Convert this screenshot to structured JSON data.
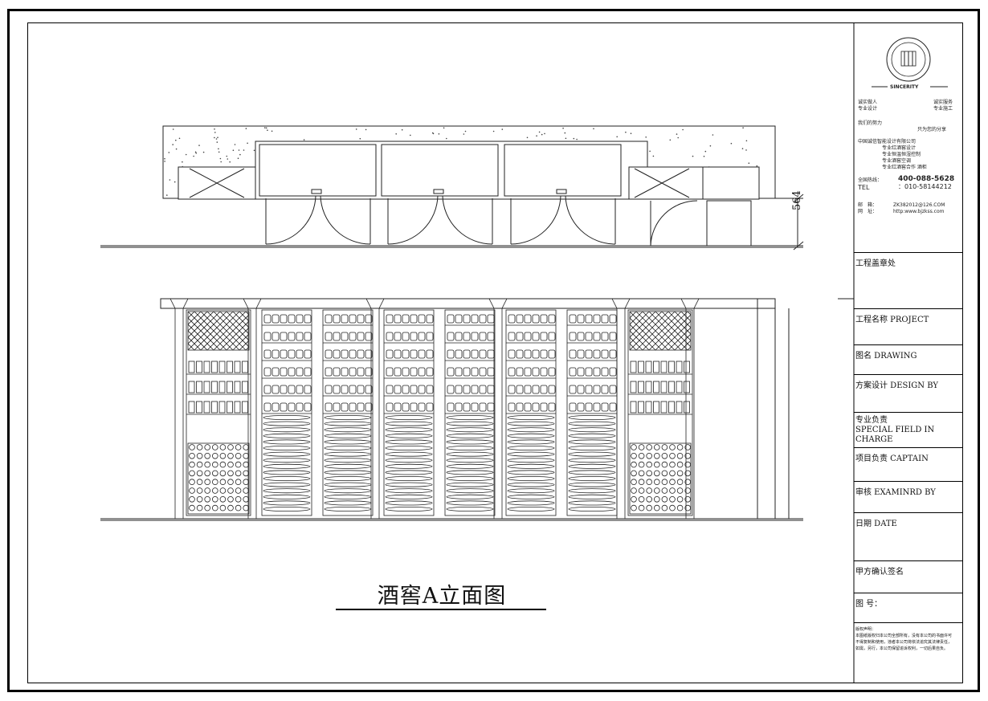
{
  "drawing_title": "酒窖A立面图",
  "dimension_label": "564",
  "company": {
    "brand": "SINCERITY",
    "seal_text": "SINCERITY",
    "slogans": [
      "诚实做人",
      "诚实服务",
      "专业设计",
      "专业施工"
    ],
    "motto_1": "我们的努力",
    "motto_2": "只为您的分享",
    "company_name": "中国诚信智能设计有限公司",
    "services": [
      "专业红酒窖设计",
      "专业恒温恒湿控制",
      "专业酒窖空调",
      "专业红酒窖合作 酒柜"
    ],
    "hotline_label": "全国热线：",
    "hotline": "400-088-5628",
    "tel_label": "TEL",
    "tel": "：010-58144212",
    "email_label": "邮　箱：",
    "email": "ZK382012@126.COM",
    "web_label": "网　址：",
    "web": "http:www.bjzkss.com"
  },
  "title_block": {
    "seal": "工程盖章处",
    "project": "工程名称  PROJECT",
    "drawing": "图名 DRAWING",
    "design": "方案设计 DESIGN BY",
    "special_1": "专业负责",
    "special_2": "SPECIAL FIELD IN CHARGE",
    "captain": "项目负责 CAPTAIN",
    "examined": "审核 EXAMINRD BY",
    "date": "日期 DATE",
    "client_sign": "甲方确认签名",
    "drawing_no": "图  号：",
    "copyright_title": "版权声明：",
    "copyright_body_1": "本图纸版权归本公司全部所有，没有本公司的书面许可",
    "copyright_body_2": "不得复制和使用，违者本公司将依法追究其法律责任，",
    "copyright_body_3": "如需，另行，本公司保留追诉权利，一切后果自负。"
  }
}
